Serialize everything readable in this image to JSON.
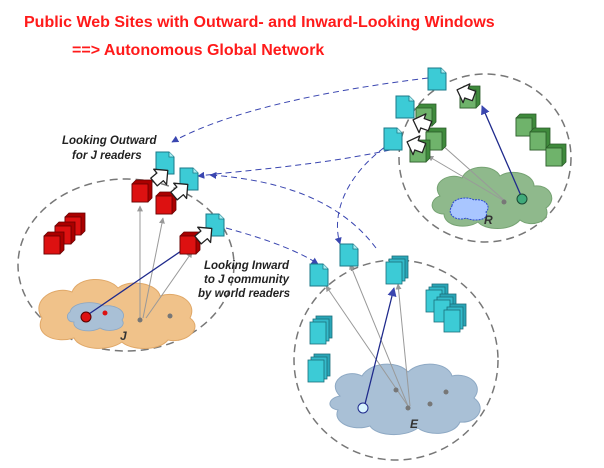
{
  "title": {
    "line1": "Public Web Sites with Outward- and Inward-Looking Windows",
    "line2": "==>  Autonomous Global Network"
  },
  "labels": {
    "outward_line1": "Looking Outward",
    "outward_line2": "for J readers",
    "inward_line1": "Looking Inward",
    "inward_line2": "to J community",
    "inward_line3": "by world readers"
  },
  "communities": {
    "j": {
      "label": "J",
      "cloud_color": "#f0c28a",
      "site_color": "#dd1111"
    },
    "r": {
      "label": "R",
      "cloud_color": "#8fb98c",
      "site_color": "#6fb36b"
    },
    "e": {
      "label": "E",
      "cloud_color": "#a9c0d6",
      "site_color": "#3ccbd6"
    }
  },
  "colors": {
    "window": "#3ccbd6",
    "link_dashed": "#3a46b0",
    "link_solid": "#1f2a8c",
    "link_gray": "#999999"
  }
}
